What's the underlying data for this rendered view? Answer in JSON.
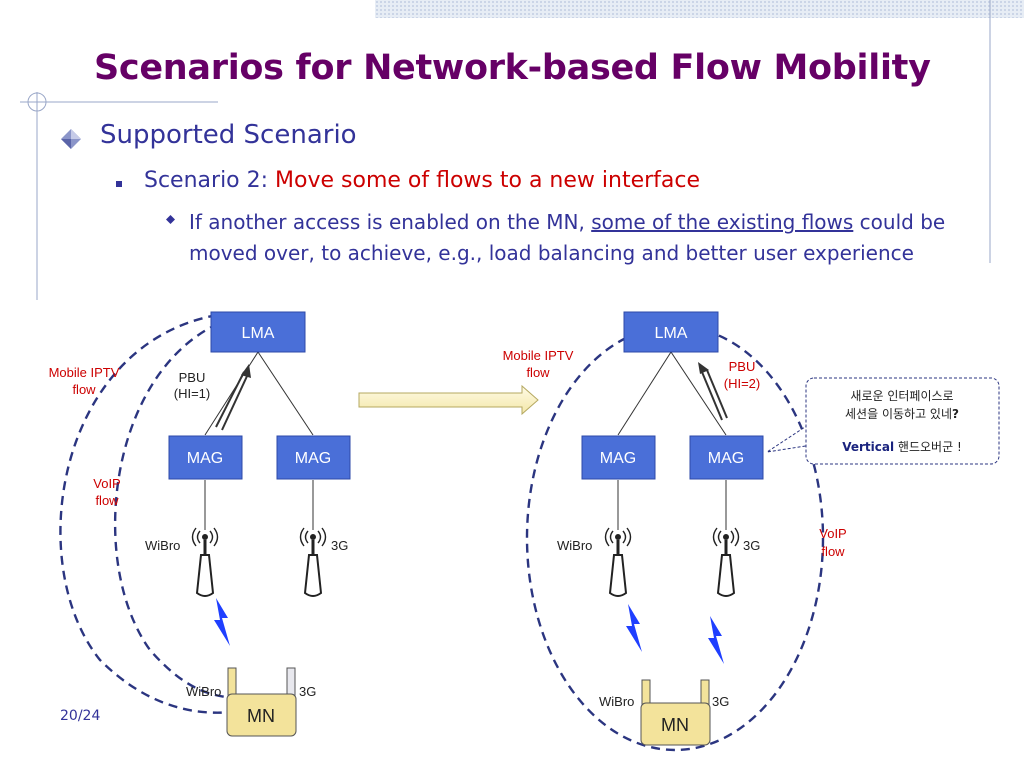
{
  "slide": {
    "title": "Scenarios for Network-based Flow Mobility",
    "level1": "Supported Scenario",
    "level2_prefix": "Scenario 2: ",
    "level2_highlight": "Move some of flows to a new interface",
    "level3_before": "If another access is enabled on the MN, ",
    "level3_underline": "some of the existing flows",
    "level3_after": " could be moved over, to achieve, e.g., load balancing and better user experience",
    "page_number": "20/24"
  },
  "left": {
    "lma": "LMA",
    "mag1": "MAG",
    "mag2": "MAG",
    "pbu_line1": "PBU",
    "pbu_line2": "(HI=1)",
    "iptv_line1": "Mobile IPTV",
    "iptv_line2": "flow",
    "voip_line1": "VoIP",
    "voip_line2": "flow",
    "wibro": "WiBro",
    "g3": "3G",
    "mn_wibro": "WiBro",
    "mn_3g": "3G",
    "mn": "MN"
  },
  "right": {
    "lma": "LMA",
    "mag1": "MAG",
    "mag2": "MAG",
    "pbu_line1": "PBU",
    "pbu_line2": "(HI=2)",
    "iptv_line1": "Mobile IPTV",
    "iptv_line2": "flow",
    "voip_line1": "VoIP",
    "voip_line2": "flow",
    "wibro": "WiBro",
    "g3": "3G",
    "mn_wibro": "WiBro",
    "mn_3g": "3G",
    "mn": "MN"
  },
  "callout": {
    "line1": "새로운 인터페이스로",
    "line2_main": "세션을 이동하고 있네",
    "line2_mark": "?",
    "line3_bold": "Vertical",
    "line3_rest": " 핸드오버군 !"
  },
  "colors": {
    "title": "#660066",
    "text": "#333399",
    "highlight": "#cc0000",
    "node_fill": "#4a6fd8",
    "mn_fill": "#f3e39b",
    "lightning": "#1f3fff",
    "dash": "#2b3580"
  }
}
